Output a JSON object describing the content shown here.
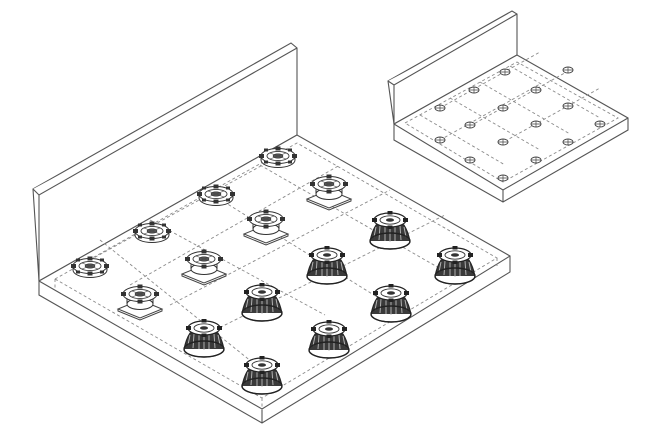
{
  "figure": {
    "main_scene": {
      "pedestal_types": [
        "flat-low",
        "flat-with-pad",
        "dark-tall"
      ],
      "pedestal_color": "#2b2b2b",
      "line_color": "#555555",
      "dash_color": "#8a8a8a"
    },
    "inset_scene": {
      "marker_types": [
        "circle-cross"
      ]
    }
  }
}
